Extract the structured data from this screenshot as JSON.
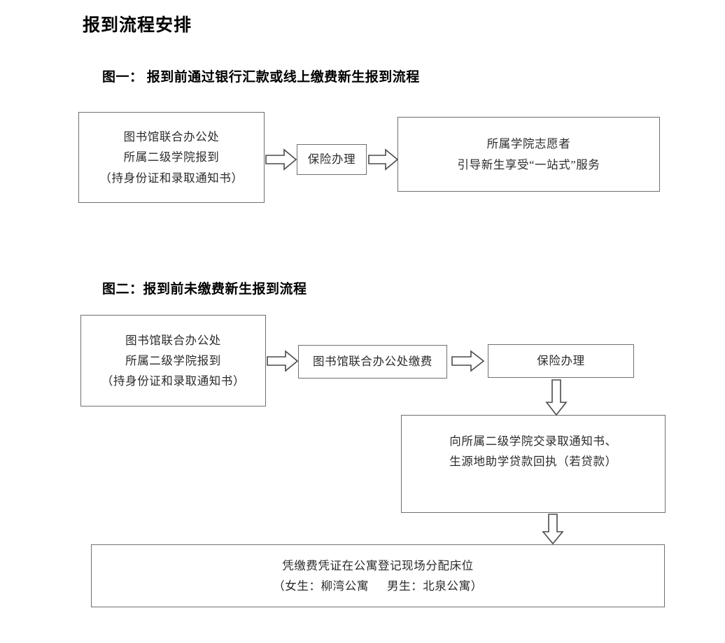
{
  "document": {
    "title": "报到流程安排"
  },
  "figures": [
    {
      "id": "fig1",
      "caption": "图一： 报到前通过银行汇款或线上缴费新生报到流程",
      "nodes": [
        {
          "name": "registration-desk",
          "lines": [
            "图书馆联合办公处",
            "所属二级学院报到",
            "（持身份证和录取通知书）"
          ]
        },
        {
          "name": "insurance",
          "lines": [
            "保险办理"
          ]
        },
        {
          "name": "volunteer-guide",
          "lines": [
            "所属学院志愿者",
            "引导新生享受“一站式”服务"
          ]
        }
      ],
      "connectors": [
        {
          "name": "arrow-desk-to-insurance",
          "direction": "right"
        },
        {
          "name": "arrow-insurance-to-volunteer",
          "direction": "right"
        }
      ]
    },
    {
      "id": "fig2",
      "caption": "图二：报到前未缴费新生报到流程",
      "nodes": [
        {
          "name": "registration-desk",
          "lines": [
            "图书馆联合办公处",
            "所属二级学院报到",
            "（持身份证和录取通知书）"
          ]
        },
        {
          "name": "payment-office",
          "lines": [
            "图书馆联合办公处缴费"
          ]
        },
        {
          "name": "insurance",
          "lines": [
            "保险办理"
          ]
        },
        {
          "name": "submit-documents",
          "lines": [
            "向所属二级学院交录取通知书、",
            "生源地助学贷款回执（若贷款）"
          ]
        },
        {
          "name": "dorm-assignment",
          "line1": "凭缴费凭证在公寓登记现场分配床位",
          "line2_prefix": "（女生：柳湾公寓",
          "line2_suffix": "男生：北泉公寓）"
        }
      ],
      "connectors": [
        {
          "name": "arrow-desk-to-payment",
          "direction": "right"
        },
        {
          "name": "arrow-payment-to-insurance",
          "direction": "right"
        },
        {
          "name": "arrow-insurance-to-documents",
          "direction": "down"
        },
        {
          "name": "arrow-documents-to-dorm",
          "direction": "down"
        }
      ]
    }
  ],
  "style": {
    "box_border_color": "#6f6f6f",
    "text_color": "#2b2b2b",
    "title_color": "#000000",
    "background": "#ffffff"
  }
}
